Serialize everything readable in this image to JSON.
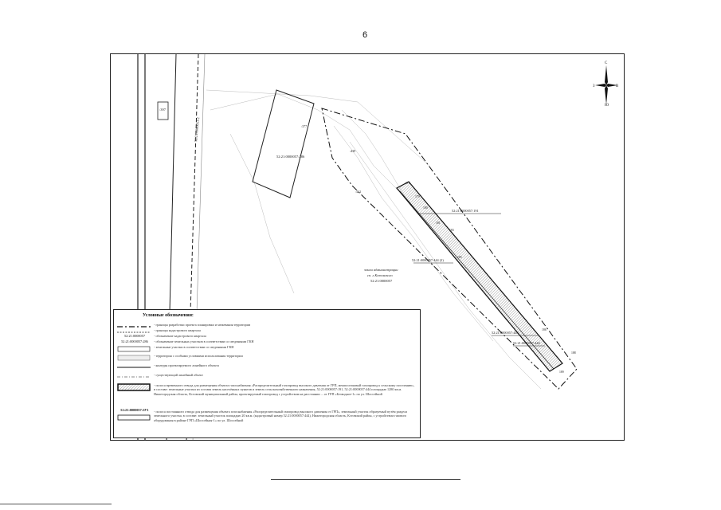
{
  "page": {
    "number": "6"
  },
  "map": {
    "parcel_labels": {
      "upper_cadastral": "52:21:0000057:286",
      "right_upper": "52:21:0000057:191",
      "right_mid": "52:21:0000057:444 (2)",
      "right_lower_a": "52:21:0000057:444",
      "right_lower_b": "52:21:0000057:444",
      "road_cadastral": "52:21:0000051:2"
    },
    "point_labels": {
      "p377": ":377",
      "p439": ":439",
      "p441": ":441",
      "p397": ":397",
      "p178": "178",
      "p179": "179",
      "p180": "180",
      "p181": "181",
      "p183": "183",
      "p185": "185",
      "p186": "186",
      "p188": "188",
      "p189": "189"
    },
    "district_label": {
      "line1": "земли администрации",
      "line2": "сп. г.Кстовского",
      "line3": "52:21:0000057"
    }
  },
  "compass": {
    "north": "С",
    "south": "Ю",
    "west": "З",
    "east": "В"
  },
  "legend": {
    "title": "Условные обозначения:",
    "items": [
      {
        "label": "",
        "text": "- границы разработки проекта планировки и межевания территории"
      },
      {
        "label": "",
        "text": "- границы кадастрового квартала"
      },
      {
        "label": "52:21:0000057",
        "text": "- обозначение кадастрового квартала"
      },
      {
        "label": "52:21:0000057:286",
        "text": "- обозначение земельных участков в соответствии со сведениями ГКН"
      },
      {
        "label": "",
        "text": "- земельные участки в соответствии со сведениями ГКН"
      },
      {
        "label": "",
        "text": "- территория с особыми условиями использования территории"
      },
      {
        "label": "",
        "text": "- контуры проектируемого линейного объекта"
      },
      {
        "label": "",
        "text": "- существующий линейный объект"
      },
      {
        "label": "",
        "text": "- полоса временного отвода для размещения объекта газоснабжения «Распределительный газопровод высокого давления от ГРП, межпоселковый газопровод к сельскому поселению», в составе: земельные участки из состава земель населённых пунктов и земель сельскохозяйственного назначения, 52:21:0000057:191, 52:21:0000057:444 площадью 1280 кв.м. Нижегородская область, Кстовский муниципальный район, проектируемый газопровод с устройством на расстоянии ... от ГРП «Безводное-1» по ул. Шоссейной"
      },
      {
        "label": "52:21:0000057:ЗУ1",
        "text": "- полоса постоянного отвода для размещения объекта газоснабжения «Распределительный газопровод высокого давления от ГРП», земельный участок образуемый путём раздела земельного участка, в составе: земельный участок площадью 20 кв.м. (кадастровый номер 52:21:0000057:444), Нижегородская область, Кстовский район, с устройством газового оборудования в районе ГРП «Шоссейная-1» по ул. Шоссейной"
      }
    ]
  }
}
